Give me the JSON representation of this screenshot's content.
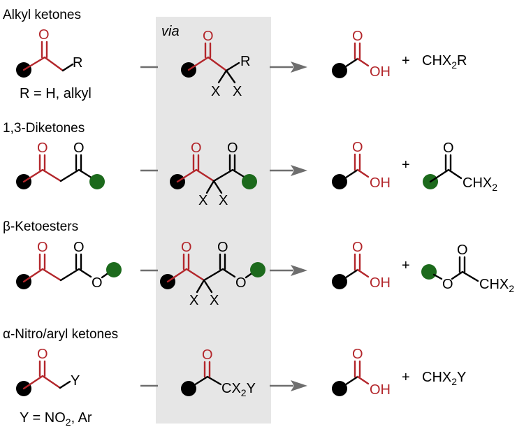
{
  "via_label": "via",
  "rows": [
    {
      "heading": "Alkyl ketones",
      "substituent_note": "R = H, alkyl",
      "substrate_R": "R",
      "intermediate": {
        "R": "R",
        "X1": "X",
        "X2": "X"
      },
      "acid_O": "O",
      "acid_OH": "OH",
      "plus": "+",
      "byproduct": {
        "prefix": "CHX",
        "sub": "2",
        "suffix": "R"
      }
    },
    {
      "heading": "1,3-Diketones",
      "O": "O",
      "intermediate": {
        "X1": "X",
        "X2": "X"
      },
      "acid_O": "O",
      "acid_OH": "OH",
      "plus": "+",
      "byproduct": {
        "O": "O",
        "prefix": "CHX",
        "sub": "2"
      }
    },
    {
      "heading": "β-Ketoesters",
      "O": "O",
      "intermediate": {
        "X1": "X",
        "X2": "X"
      },
      "acid_O": "O",
      "acid_OH": "OH",
      "plus": "+",
      "byproduct": {
        "O": "O",
        "prefix": "CHX",
        "sub": "2"
      }
    },
    {
      "heading": "α-Nitro/aryl ketones",
      "substituent_note_prefix": "Y = NO",
      "substituent_note_sub": "2",
      "substituent_note_suffix": ", Ar",
      "substrate_Y": "Y",
      "intermediate": {
        "prefix": "CX",
        "sub": "2",
        "suffix": "Y"
      },
      "acid_O": "O",
      "acid_OH": "OH",
      "plus": "+",
      "byproduct": {
        "prefix": "CHX",
        "sub": "2",
        "suffix": "Y"
      }
    }
  ],
  "colors": {
    "carbonyl_red": "#b3262b",
    "ball_black": "#000000",
    "ball_green": "#1c6a1c",
    "arrow_grey": "#6e6e6e",
    "via_panel": "#e6e6e6"
  }
}
